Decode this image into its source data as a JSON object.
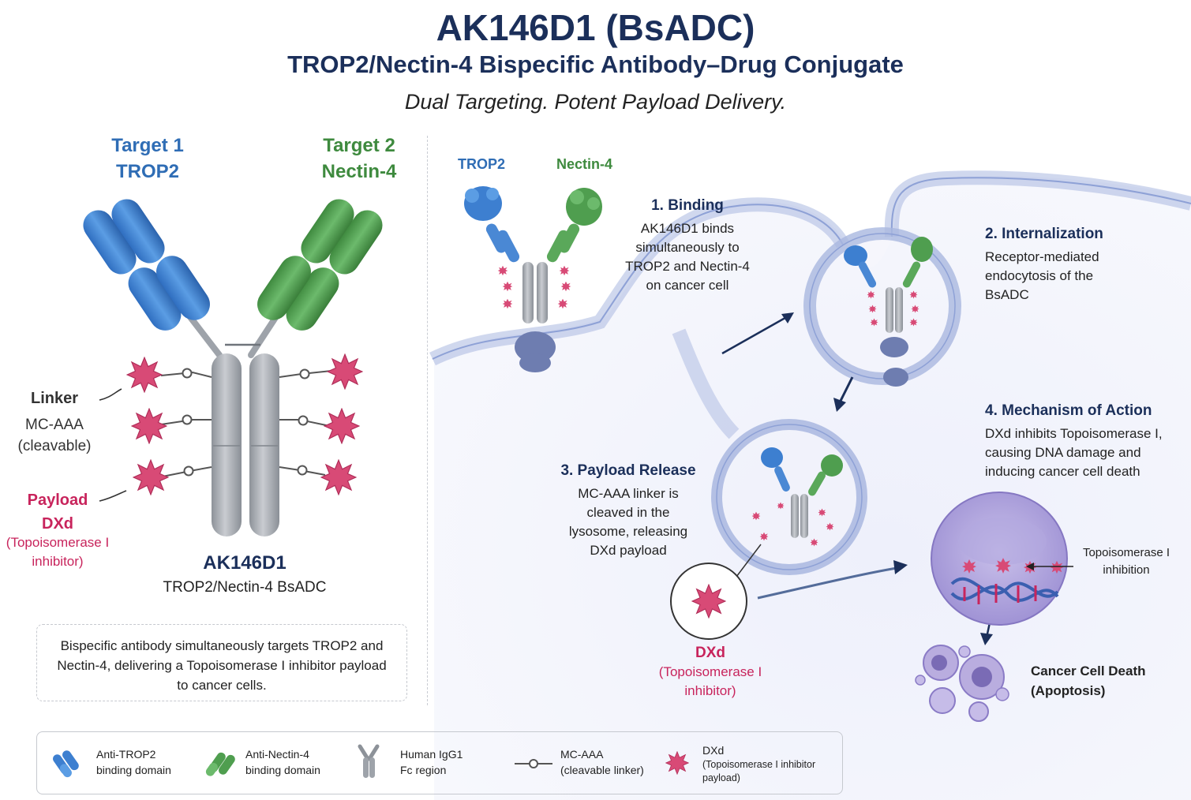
{
  "header": {
    "title": "AK146D1 (BsADC)",
    "subtitle": "TROP2/Nectin-4 Bispecific Antibody–Drug Conjugate",
    "tagline": "Dual Targeting. Potent Payload Delivery."
  },
  "left_panel": {
    "target1_line1": "Target 1",
    "target1_line2": "TROP2",
    "target2_line1": "Target 2",
    "target2_line2": "Nectin-4",
    "linker_title": "Linker",
    "linker_line1": "MC-AAA",
    "linker_line2": "(cleavable)",
    "payload_title": "Payload",
    "payload_name": "DXd",
    "payload_desc1": "(Topoisomerase I",
    "payload_desc2": "inhibitor)",
    "antibody_name": "AK146D1",
    "antibody_desc": "TROP2/Nectin-4 BsADC",
    "summary": "Bispecific antibody simultaneously targets TROP2 and Nectin-4, delivering a Topoisomerase I inhibitor payload to cancer cells."
  },
  "right_panel": {
    "label_trop2": "TROP2",
    "label_nectin4": "Nectin-4",
    "step1_title": "1. Binding",
    "step1_text": [
      "AK146D1 binds",
      "simultaneously to",
      "TROP2 and Nectin-4",
      "on cancer cell"
    ],
    "step2_title": "2. Internalization",
    "step2_text": [
      "Receptor-mediated",
      "endocytosis of the",
      "BsADC"
    ],
    "step3_title": "3. Payload Release",
    "step3_text": [
      "MC-AAA linker is",
      "cleaved in the",
      "lysosome, releasing",
      "DXd payload"
    ],
    "step4_title": "4. Mechanism of Action",
    "step4_text": [
      "DXd inhibits Topoisomerase I,",
      "causing DNA damage and",
      "inducing cancer cell death"
    ],
    "dxd_name": "DXd",
    "dxd_desc1": "(Topoisomerase I",
    "dxd_desc2": "inhibitor)",
    "topo_label1": "Topoisomerase I",
    "topo_label2": "inhibition",
    "death_line1": "Cancer Cell Death",
    "death_line2": "(Apoptosis)"
  },
  "legend": {
    "items": [
      {
        "line1": "Anti-TROP2",
        "line2": "binding domain",
        "icon": "anti-trop2-domain-icon"
      },
      {
        "line1": "Anti-Nectin-4",
        "line2": "binding domain",
        "icon": "anti-nectin4-domain-icon"
      },
      {
        "line1": "Human IgG1",
        "line2": "Fc region",
        "icon": "igg1-fc-icon"
      },
      {
        "line1": "MC-AAA",
        "line2": "(cleavable linker)",
        "icon": "linker-icon"
      },
      {
        "line1": "DXd",
        "line2": "(Topoisomerase I inhibitor",
        "line3": "payload)",
        "icon": "dxd-star-icon"
      }
    ]
  },
  "colors": {
    "navy": "#1b2f5a",
    "trop2_blue": "#3d7fd0",
    "nectin4_green": "#4f9e4f",
    "fc_gray": "#9ea3aa",
    "payload_pink": "#d6406f",
    "membrane": "#aab8e0"
  }
}
